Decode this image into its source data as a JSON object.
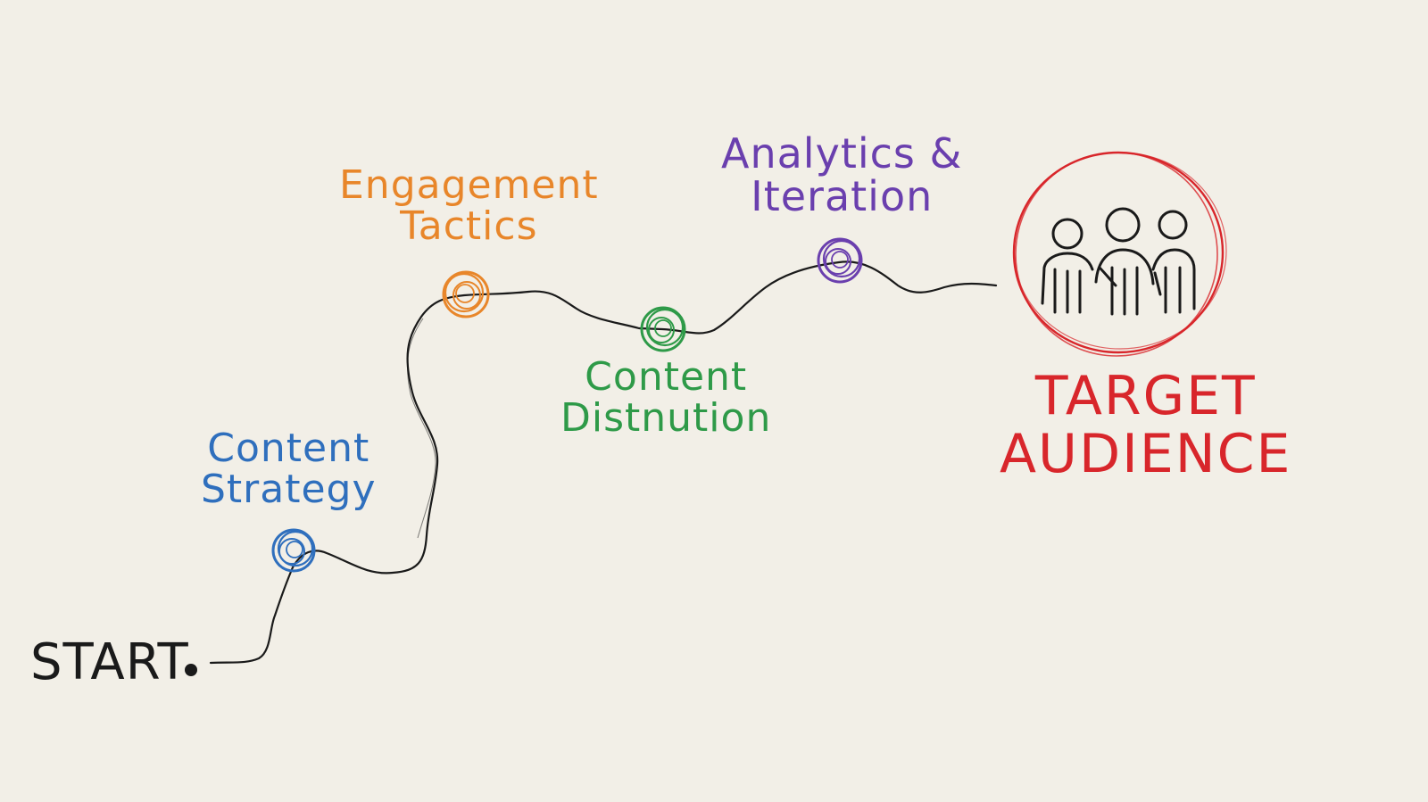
{
  "start": {
    "label": "START"
  },
  "milestones": [
    {
      "id": "content-strategy",
      "lines": [
        "Content",
        "Strategy"
      ],
      "color": "#2f6fbd"
    },
    {
      "id": "engagement-tactics",
      "lines": [
        "Engagement",
        "Tactics"
      ],
      "color": "#e8862a"
    },
    {
      "id": "content-distribution",
      "lines": [
        "Content",
        "Distnution"
      ],
      "color": "#2e9a48"
    },
    {
      "id": "analytics-iteration",
      "lines": [
        "Analytics &",
        "Iteration"
      ],
      "color": "#6a3fae"
    }
  ],
  "target": {
    "lines": [
      "TARGET",
      "AUDIENCE"
    ],
    "color": "#d8262b",
    "icon": "group-of-people-icon"
  },
  "path_color": "#1a1a1a",
  "background_color": "#f2efe7"
}
